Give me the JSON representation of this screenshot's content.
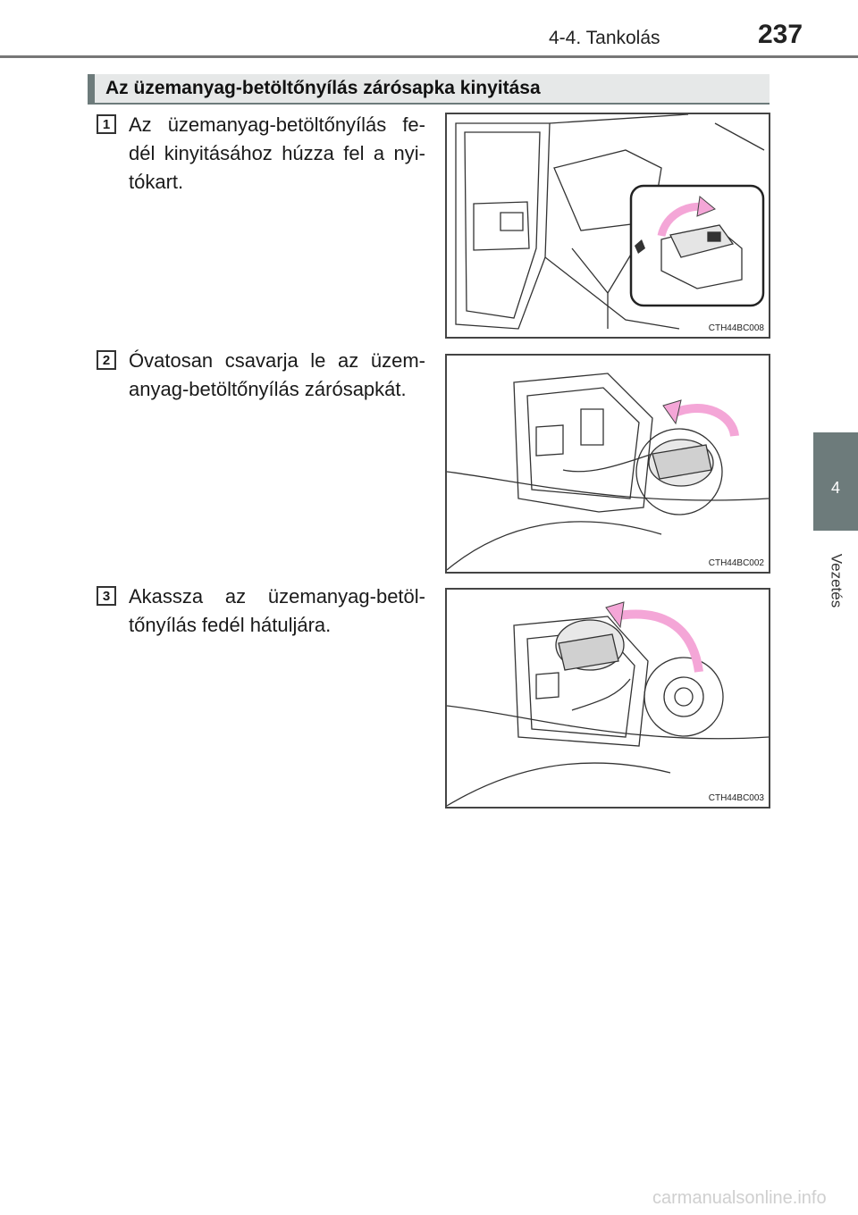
{
  "header": {
    "section": "4-4. Tankolás",
    "page_number": "237"
  },
  "side_tab": {
    "chapter_number": "4",
    "chapter_label": "Vezetés"
  },
  "section": {
    "title": "Az üzemanyag-betöltőnyílás zárósapka kinyitása"
  },
  "steps": [
    {
      "number": "1",
      "text": "Az üzemanyag-betöltőnyílás fe-dél kinyitásához húzza fel a nyi-tókart.",
      "figure_code": "CTH44BC008"
    },
    {
      "number": "2",
      "text": "Óvatosan csavarja le az üzem-anyag-betöltőnyílás zárósapkát.",
      "figure_code": "CTH44BC002"
    },
    {
      "number": "3",
      "text": "Akassza az üzemanyag-betöl-tőnyílás fedél hátuljára.",
      "figure_code": "CTH44BC003"
    }
  ],
  "footer": {
    "watermark": "carmanualsonline.info"
  },
  "colors": {
    "accent": "#6d7b7b",
    "arrow": "#f4a6d7"
  }
}
